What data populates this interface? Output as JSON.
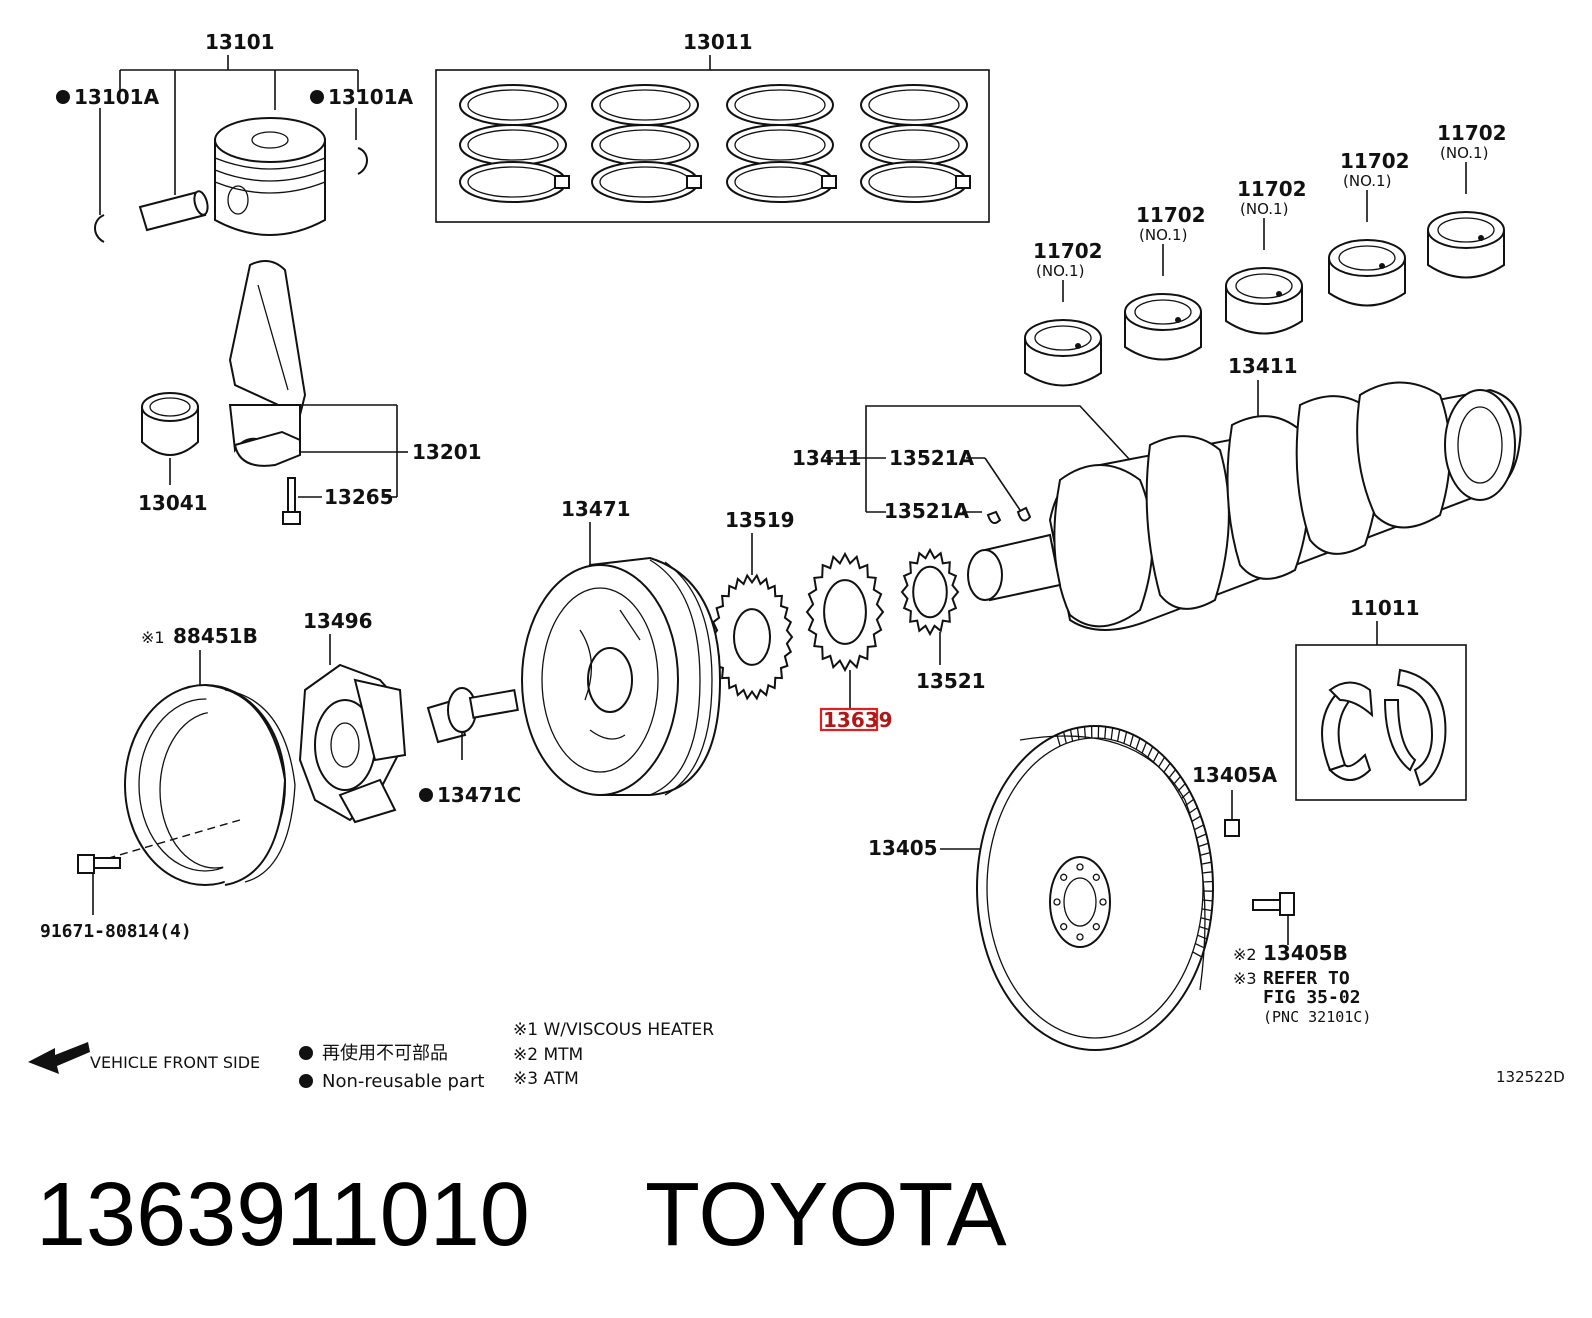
{
  "labels": {
    "piston_assy": "13101",
    "snap_ring_left": "13101A",
    "snap_ring_right": "13101A",
    "piston_ring_set": "13011",
    "conrod_assy": "13201",
    "conrod_bearing": "13041",
    "conrod_bolt": "13265",
    "bearing_1": "11702",
    "bearing_2": "11702",
    "bearing_3": "11702",
    "bearing_4": "11702",
    "bearing_5": "11702",
    "bearing_variant": "(NO.1)",
    "crankshaft": "13411",
    "crankshaft_group": "13411",
    "key_a1": "13521A",
    "key_a2": "13521A",
    "crank_pulley": "13471",
    "gear_13519": "13519",
    "timing_gear_highlight": "13639",
    "crank_gear": "13521",
    "damper": "13496",
    "viscous_pulley": "88451B",
    "viscous_mark": "※1",
    "pulley_bolt": "13471C",
    "pulley_screw": "91671-80814(4)",
    "thrust_washers": "11011",
    "flywheel_pin": "13405A",
    "flywheel": "13405",
    "flywheel_bolt": "13405B",
    "flywheel_bolt_mark": "※2",
    "refer_mark": "※3",
    "refer_line1": "REFER TO",
    "refer_line2": "FIG 35-02",
    "refer_line3": "(PNC 32101C)",
    "figure_code": "132522D"
  },
  "legend": {
    "front_side": "VEHICLE FRONT SIDE",
    "nonreusable_jp": "再使用不可部品",
    "nonreusable_en": "Non-reusable part",
    "note1": "※1 W/VISCOUS HEATER",
    "note2": "※2 MTM",
    "note3": "※3 ATM"
  },
  "footer": {
    "part_number": "1363911010",
    "brand": "TOYOTA"
  },
  "colors": {
    "line": "#111111",
    "highlight": "#e02020"
  }
}
